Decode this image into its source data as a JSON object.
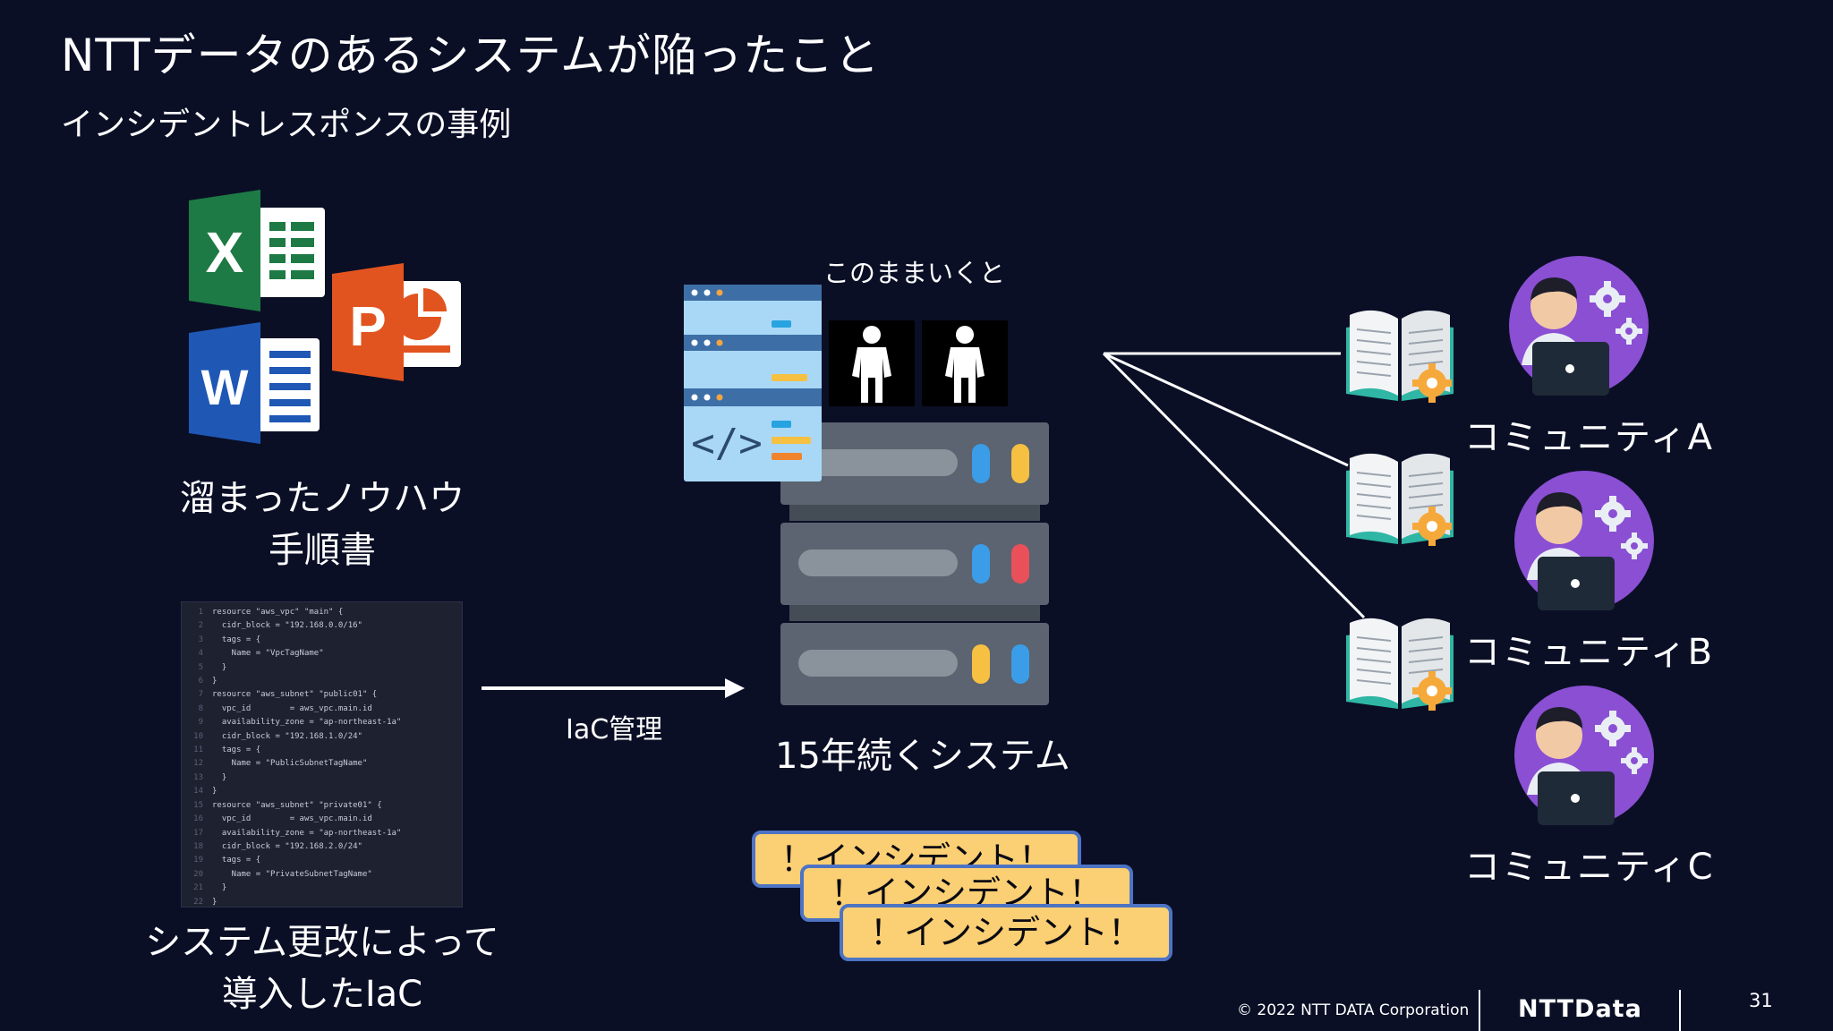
{
  "slide": {
    "title": "NTTデータのあるシステムが陥ったこと",
    "subtitle": "インシデントレスポンスの事例"
  },
  "left": {
    "knowhow_line1": "溜まったノウハウ",
    "knowhow_line2": "手順書",
    "iac_line1": "システム更改によって",
    "iac_line2": "導入したIaC",
    "code_lines": [
      "resource \"aws_vpc\" \"main\" {",
      "  cidr_block = \"192.168.0.0/16\"",
      "  tags = {",
      "    Name = \"VpcTagName\"",
      "  }",
      "}",
      "resource \"aws_subnet\" \"public01\" {",
      "  vpc_id        = aws_vpc.main.id",
      "  availability_zone = \"ap-northeast-1a\"",
      "  cidr_block = \"192.168.1.0/24\"",
      "  tags = {",
      "    Name = \"PublicSubnetTagName\"",
      "  }",
      "}",
      "resource \"aws_subnet\" \"private01\" {",
      "  vpc_id        = aws_vpc.main.id",
      "  availability_zone = \"ap-northeast-1a\"",
      "  cidr_block = \"192.168.2.0/24\"",
      "  tags = {",
      "    Name = \"PrivateSubnetTagName\"",
      "  }",
      "}"
    ]
  },
  "center": {
    "arrow_label": "IaC管理",
    "people_caption": "このままいくと",
    "system_label": "15年続くシステム",
    "incident_badges": [
      "！インシデント！",
      "！インシデント！",
      "！インシデント！"
    ]
  },
  "right": {
    "communities": [
      "コミュニティA",
      "コミュニティB",
      "コミュニティC"
    ]
  },
  "footer": {
    "copyright": "© 2022 NTT DATA Corporation",
    "logo_text": "NTTData",
    "page_number": "31"
  },
  "colors": {
    "background": "#0a0f26",
    "badge_fill": "#fbcf73",
    "badge_border": "#4d73c4",
    "server_body": "#5b6470",
    "community_avatar": "#8a4fd3"
  },
  "icons": [
    "excel-icon",
    "powerpoint-icon",
    "word-icon",
    "server-icon",
    "code-window-icon",
    "person-icon",
    "book-gear-icon",
    "avatar-laptop-icon"
  ]
}
